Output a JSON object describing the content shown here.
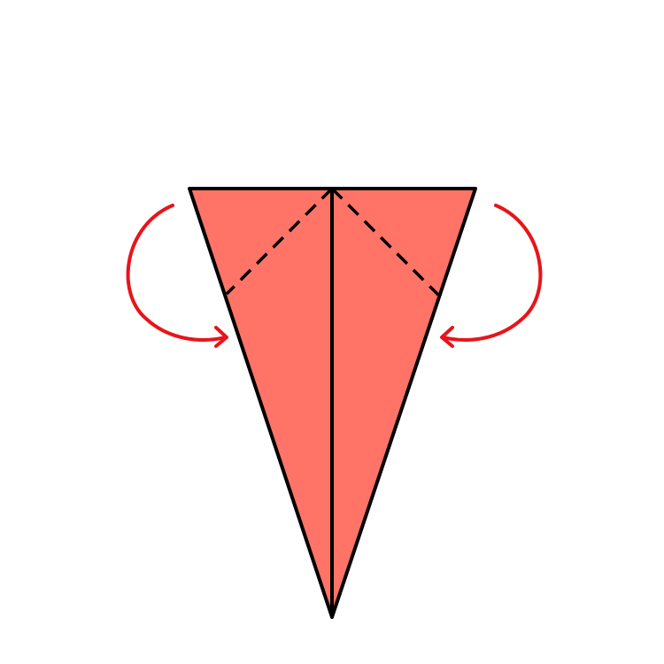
{
  "diagram": {
    "type": "origami-folding-step",
    "paper_color": "#FF7466",
    "outline_color": "#000000",
    "arrow_color": "#E8141B",
    "background_color": "#FFFFFF",
    "elements": {
      "paper_shape": "kite",
      "center_crease": "solid",
      "fold_lines": [
        "left-diagonal-dashed",
        "right-diagonal-dashed"
      ],
      "arrows": [
        {
          "side": "left",
          "direction": "fold-inward"
        },
        {
          "side": "right",
          "direction": "fold-inward"
        }
      ]
    }
  }
}
